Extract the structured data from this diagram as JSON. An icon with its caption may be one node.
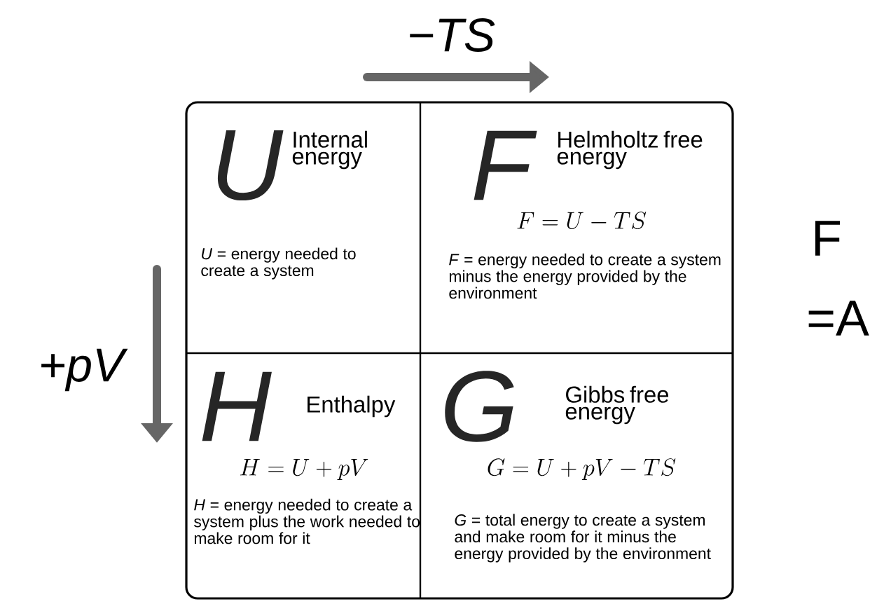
{
  "diagram": {
    "nodes": [
      {
        "text": [
          "U",
          "Internal energy",
          "*U* = energy needed to create a system"
        ]
      },
      {
        "text": [
          "F",
          "Helmholtz free energy",
          "F = U - TS",
          "*F* = energy needed to create a system minus the energy provided by the environment"
        ]
      },
      {
        "text": [
          "H",
          "Enthalpy",
          "H = U + pV",
          "*H* = energy needed to create a system plus the work needed to make room for it"
        ]
      },
      {
        "text": [
          "G",
          "Gibbs free energy",
          "G = U + pV - TS",
          "*G* = total energy to create a system and make room for it minus the energy provided by the environment"
        ]
      }
    ],
    "labels": [
      "−TS",
      "+pV",
      "F",
      "=A"
    ]
  }
}
